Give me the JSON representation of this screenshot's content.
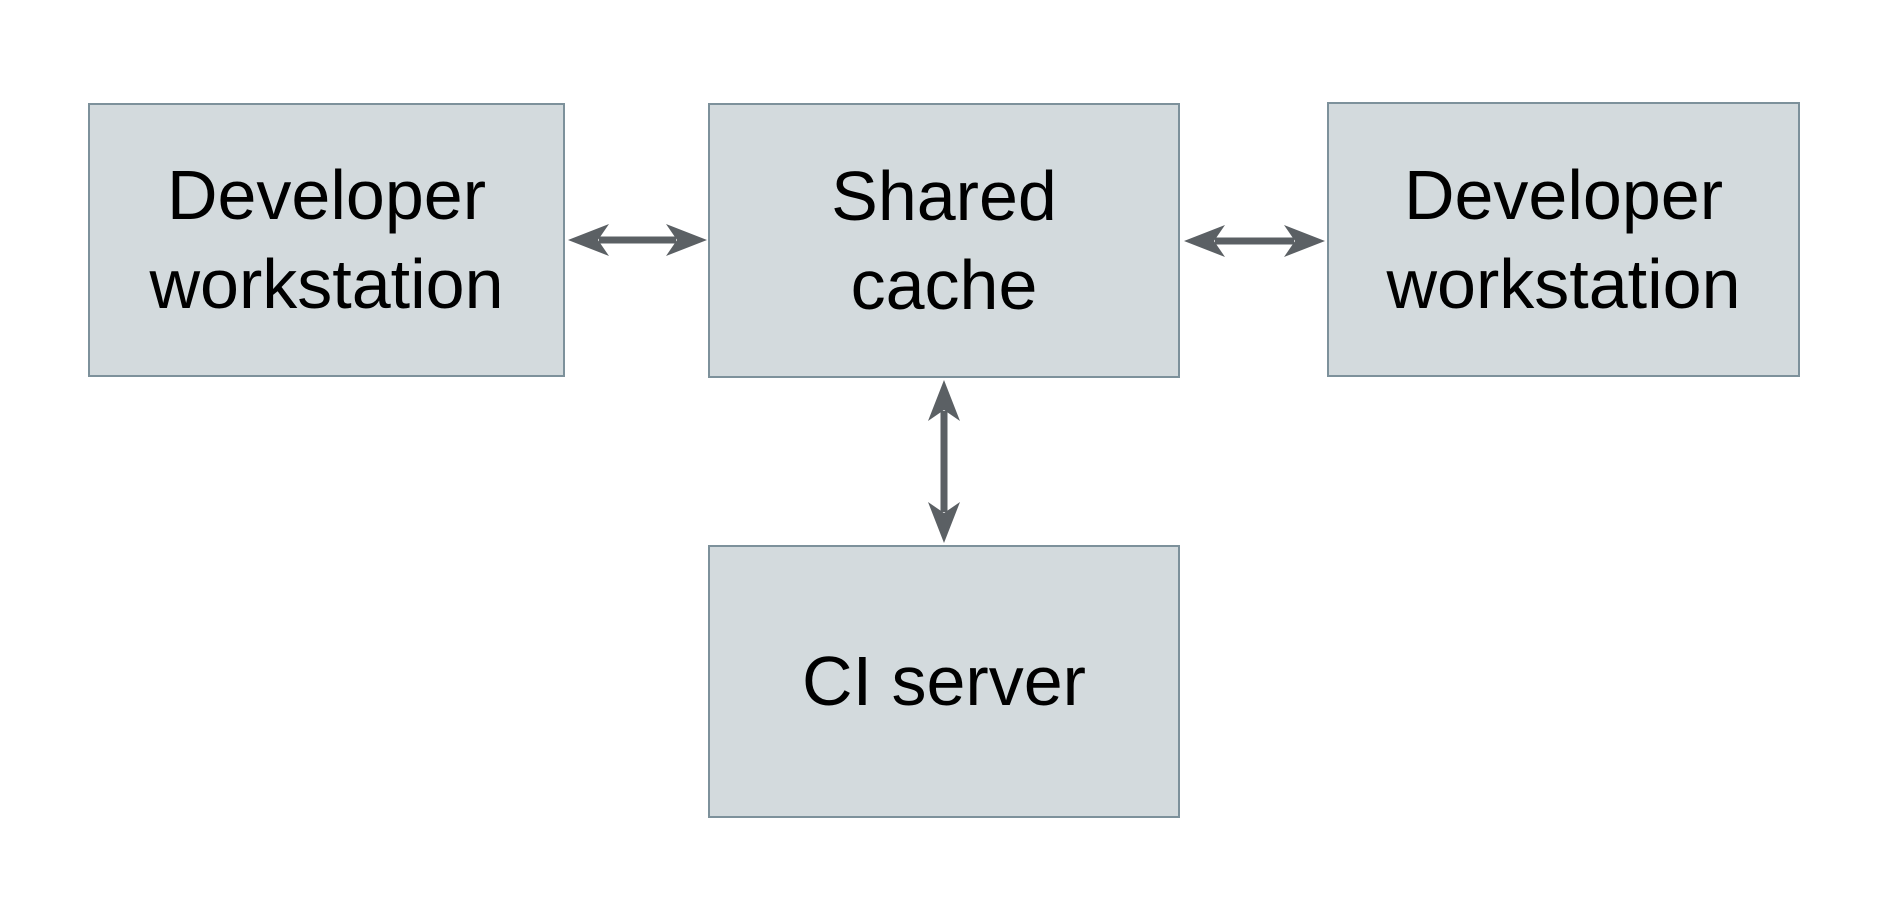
{
  "diagram": {
    "colors": {
      "background": "#ffffff",
      "node_fill": "#d3dadd",
      "node_border": "#7d919b",
      "arrow": "#5b6064",
      "text": "#000000"
    },
    "nodes": {
      "dev_workstation_left": {
        "lines": [
          "Developer",
          "workstation"
        ]
      },
      "shared_cache": {
        "lines": [
          "Shared",
          "cache"
        ]
      },
      "dev_workstation_right": {
        "lines": [
          "Developer",
          "workstation"
        ]
      },
      "ci_server": {
        "lines": [
          "CI server"
        ]
      }
    },
    "edges": [
      {
        "name": "dev-workstation-left to shared-cache",
        "direction": "bidirectional"
      },
      {
        "name": "shared-cache to dev-workstation-right",
        "direction": "bidirectional"
      },
      {
        "name": "shared-cache to ci-server",
        "direction": "bidirectional"
      }
    ]
  }
}
